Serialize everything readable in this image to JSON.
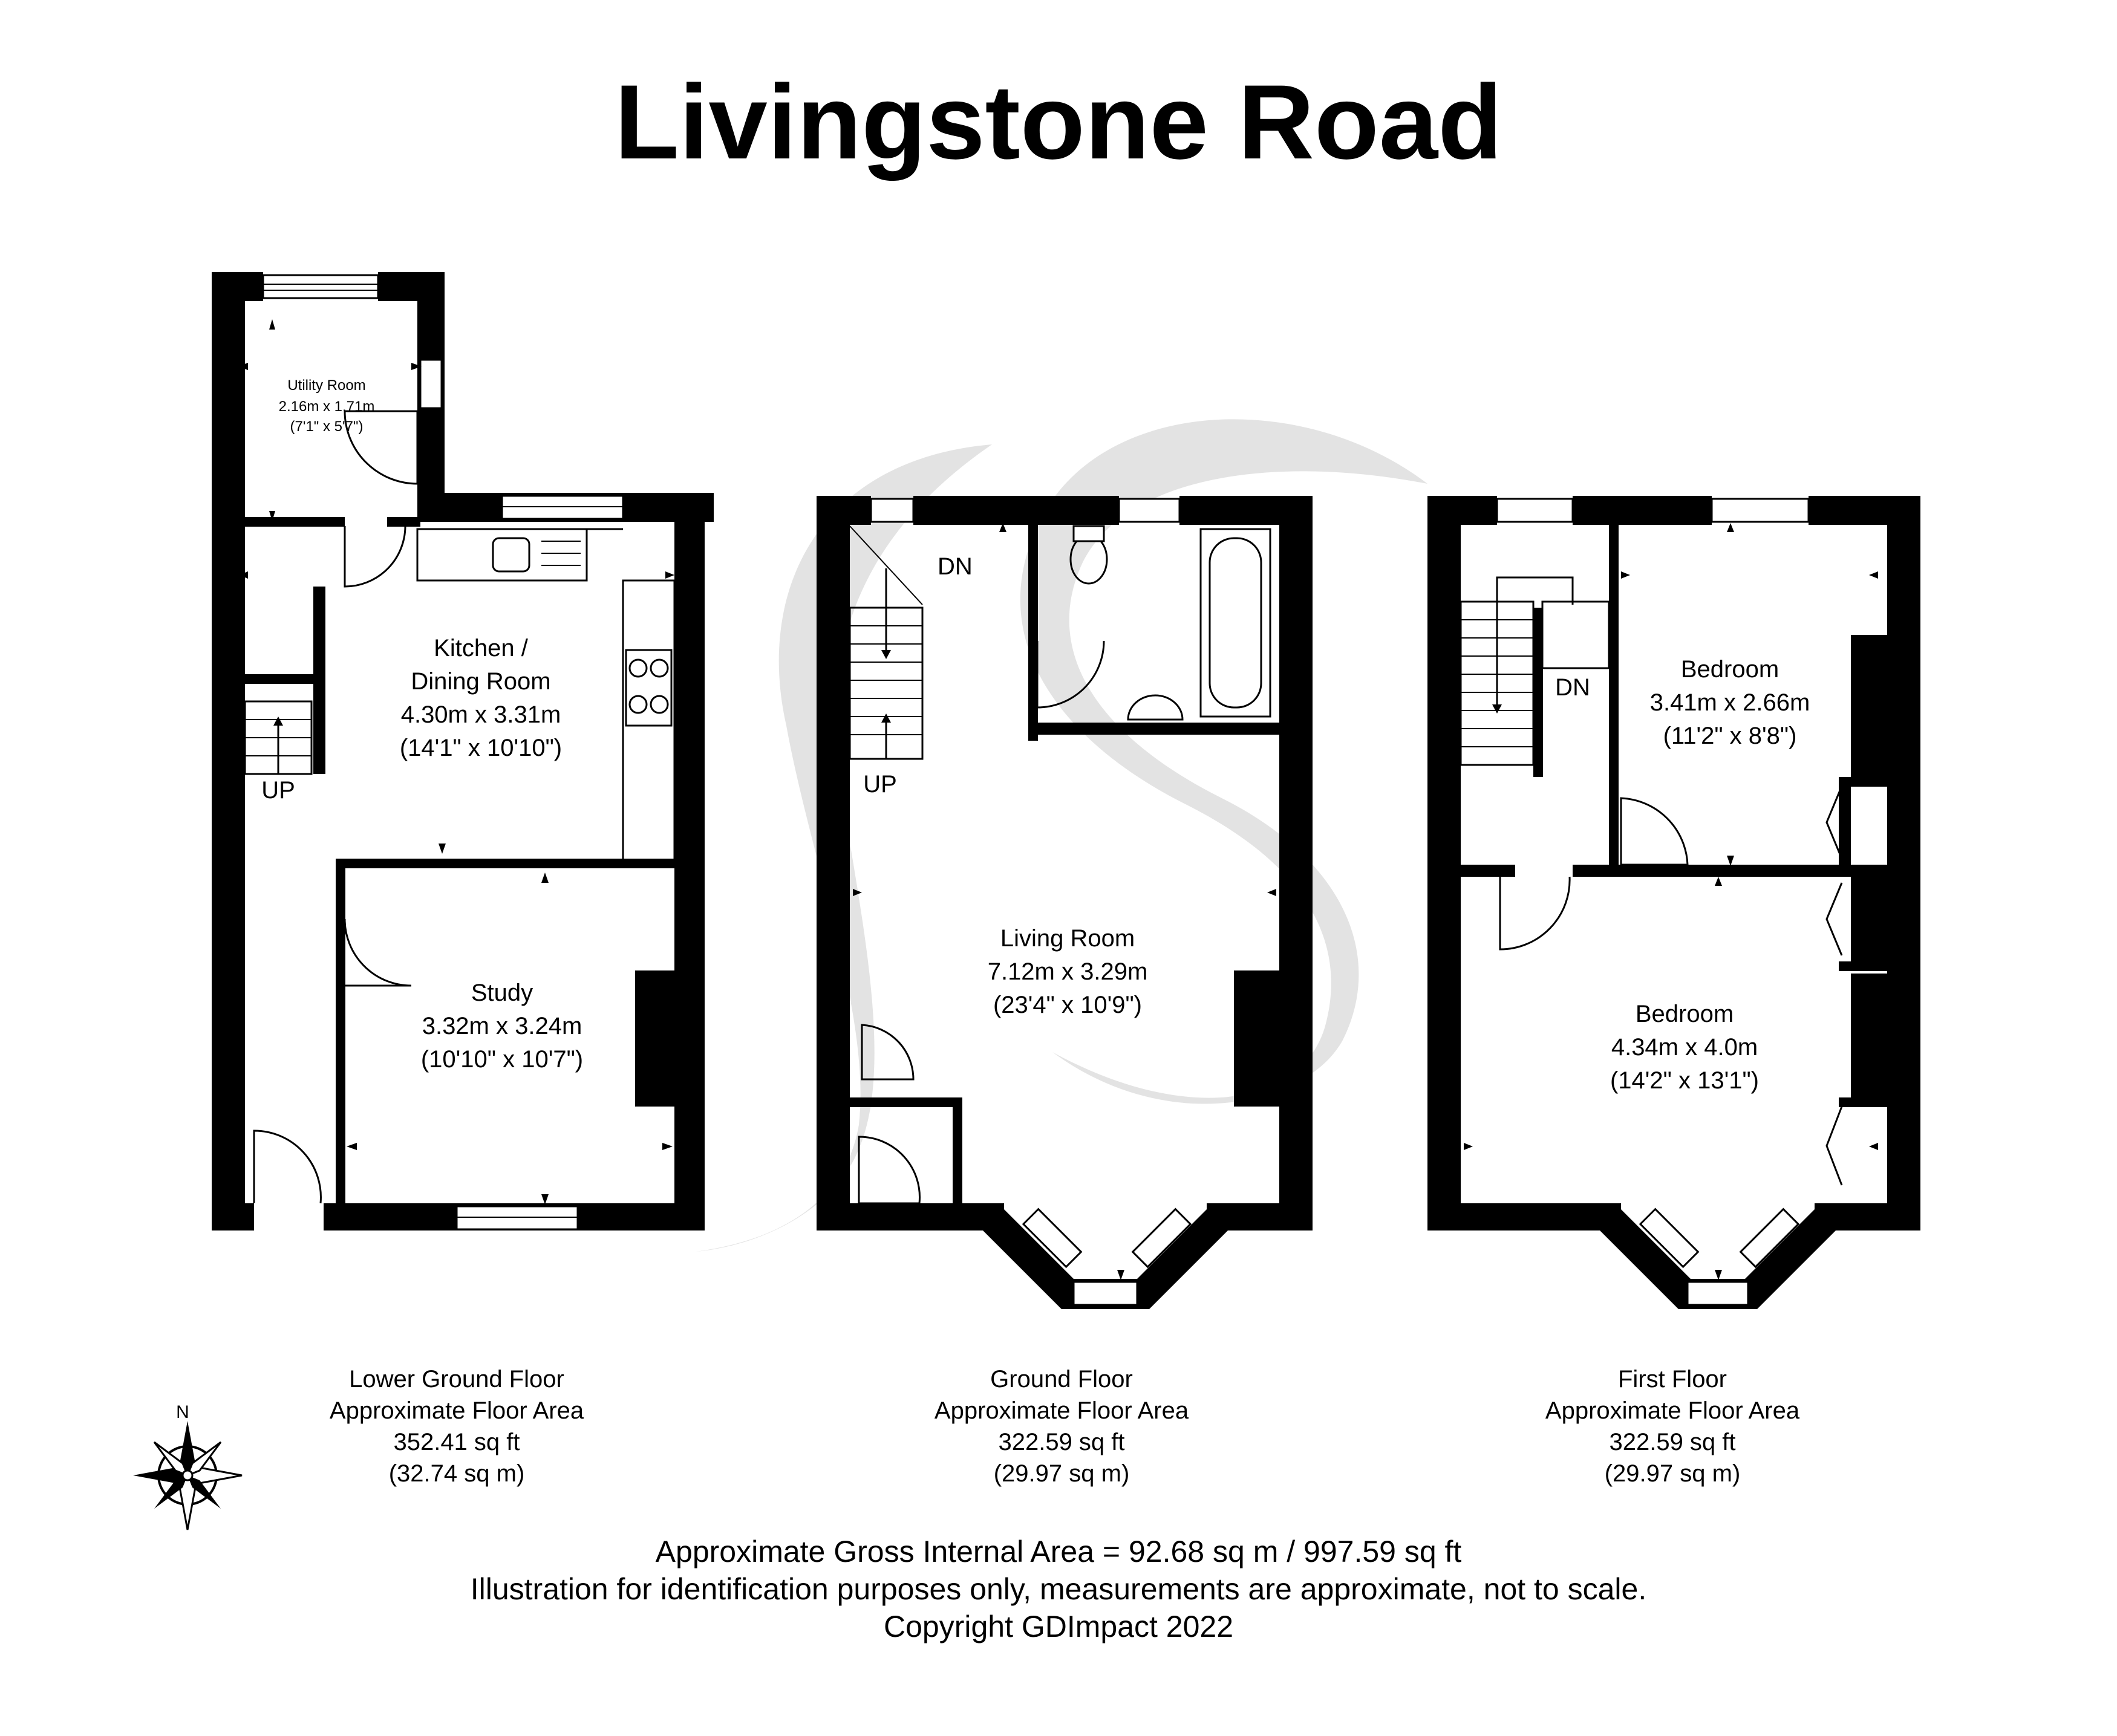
{
  "title": "Livingstone Road",
  "compass": {
    "north_label": "N"
  },
  "lower_ground": {
    "utility": {
      "name": "Utility Room",
      "metric": "2.16m x 1.71m",
      "imperial": "(7'1\" x 5'7\")"
    },
    "kitchen": {
      "name_line1": "Kitchen /",
      "name_line2": "Dining Room",
      "metric": "4.30m x 3.31m",
      "imperial": "(14'1\" x 10'10\")"
    },
    "study": {
      "name": "Study",
      "metric": "3.32m x 3.24m",
      "imperial": "(10'10\" x 10'7\")"
    },
    "stair_label": "UP",
    "caption": {
      "line1": "Lower Ground Floor",
      "line2": "Approximate Floor Area",
      "line3": "352.41 sq ft",
      "line4": "(32.74 sq m)"
    }
  },
  "ground": {
    "living": {
      "name": "Living Room",
      "metric": "7.12m x 3.29m",
      "imperial": "(23'4\" x 10'9\")"
    },
    "stair_dn": "DN",
    "stair_up": "UP",
    "caption": {
      "line1": "Ground Floor",
      "line2": "Approximate Floor Area",
      "line3": "322.59 sq ft",
      "line4": "(29.97 sq m)"
    }
  },
  "first": {
    "bedroom_small": {
      "name": "Bedroom",
      "metric": "3.41m x 2.66m",
      "imperial": "(11'2\" x 8'8\")"
    },
    "bedroom_large": {
      "name": "Bedroom",
      "metric": "4.34m x 4.0m",
      "imperial": "(14'2\" x 13'1\")"
    },
    "stair_dn": "DN",
    "caption": {
      "line1": "First Floor",
      "line2": "Approximate Floor Area",
      "line3": "322.59 sq ft",
      "line4": "(29.97 sq m)"
    }
  },
  "footer": {
    "line1": "Approximate Gross Internal Area = 92.68 sq m / 997.59 sq ft",
    "line2": "Illustration for identification purposes only, measurements are approximate, not to scale.",
    "line3": "Copyright GDImpact 2022"
  },
  "colors": {
    "wall": "#000000",
    "watermark": "#e3e3e3",
    "background": "#ffffff"
  }
}
